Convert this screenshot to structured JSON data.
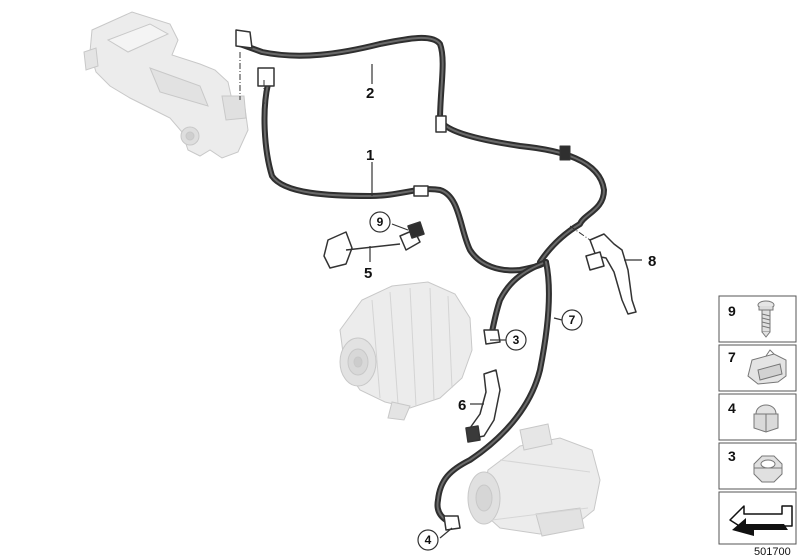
{
  "diagram": {
    "callouts": {
      "p1": "1",
      "p2": "2",
      "p3": "3",
      "p4": "4",
      "p5": "5",
      "p6": "6",
      "p7": "7",
      "p8": "8",
      "p9": "9"
    },
    "legend": [
      {
        "number": "9",
        "part": "screw-icon"
      },
      {
        "number": "7",
        "part": "clip-nut-icon"
      },
      {
        "number": "4",
        "part": "cap-nut-icon"
      },
      {
        "number": "3",
        "part": "hex-nut-icon"
      },
      {
        "number": "",
        "part": "arrow-symbol-icon"
      }
    ],
    "diagram_id": "501700"
  }
}
